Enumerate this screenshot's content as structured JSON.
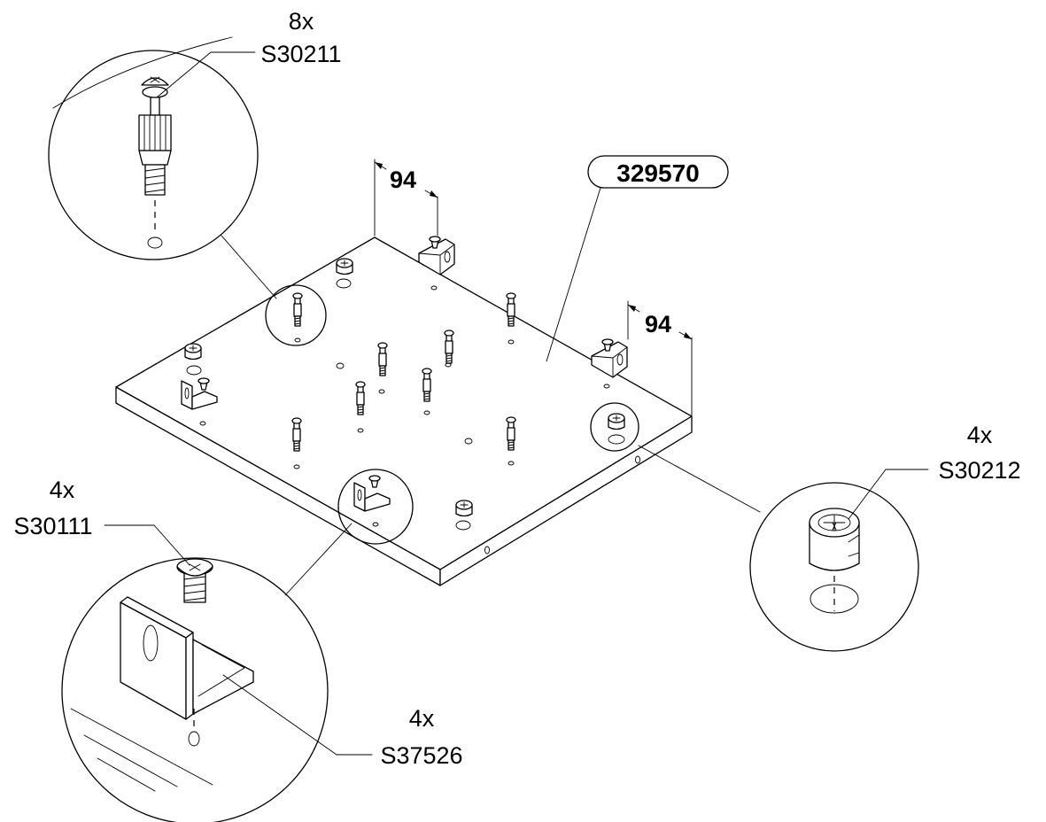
{
  "panel": {
    "part_number": "329570"
  },
  "dimensions": {
    "top_left": "94",
    "right": "94"
  },
  "callouts": {
    "cam_bolt": {
      "quantity": "8x",
      "part": "S30211"
    },
    "cam_lock": {
      "quantity": "4x",
      "part": "S30212"
    },
    "screw": {
      "quantity": "4x",
      "part": "S30111"
    },
    "bracket": {
      "quantity": "4x",
      "part": "S37526"
    }
  }
}
